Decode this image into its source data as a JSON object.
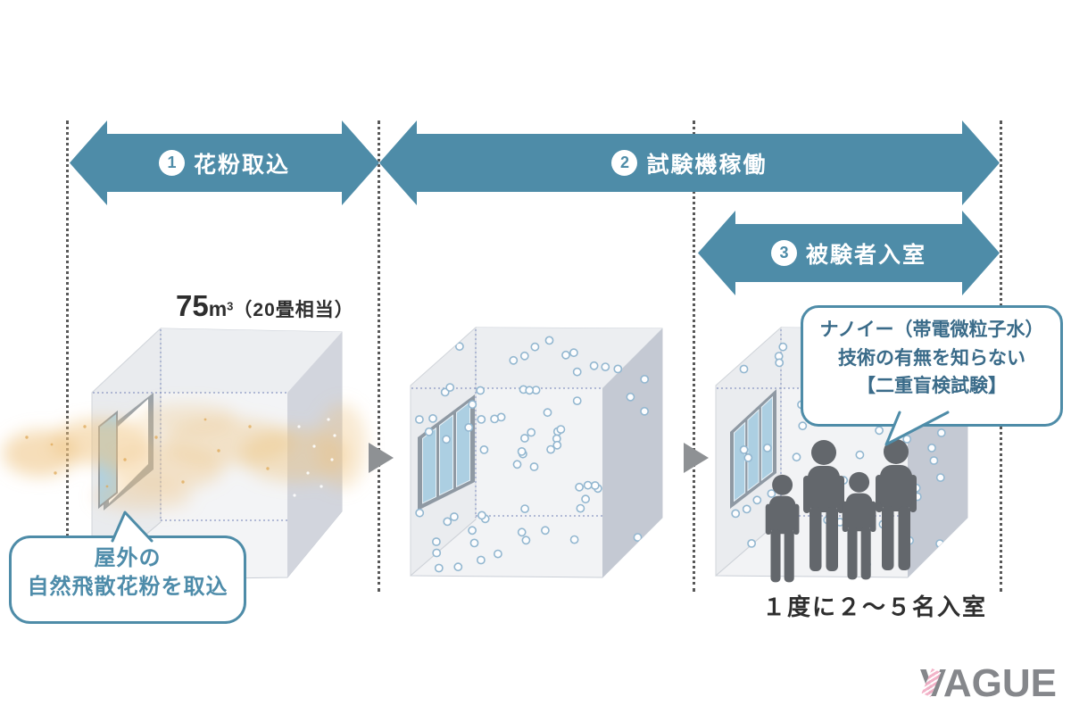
{
  "timeline": {
    "phases": [
      {
        "number": "1",
        "label": "花粉取込"
      },
      {
        "number": "2",
        "label": "試験機稼働"
      },
      {
        "number": "3",
        "label": "被験者入室"
      }
    ]
  },
  "room_label": {
    "value": "75",
    "unit": "m",
    "exponent": "3",
    "note": "（20畳相当）"
  },
  "callouts": {
    "pollen_intake": {
      "line1": "屋外の",
      "line2": "自然飛散花粉を取込"
    },
    "double_blind": {
      "line1": "ナノイー（帯電微粒子水）",
      "line2": "技術の有無を知らない",
      "line3": "【二重盲検試験】"
    }
  },
  "caption": {
    "people_entry": "１度に２～５名入室"
  },
  "logo": {
    "text": "VAGUE"
  },
  "colors": {
    "accent_teal": "#4E8CA8",
    "bubble_text_dark": "#3A6B89",
    "bubble_text_light": "#4E8CAA",
    "pollen_orange": "#EFC37F",
    "logo_gray": "#85878B",
    "logo_pink": "#F2AFC6"
  },
  "illustration": {
    "rooms": 3,
    "people_count": 4,
    "particles_room2": 68,
    "particles_room3": 46
  }
}
